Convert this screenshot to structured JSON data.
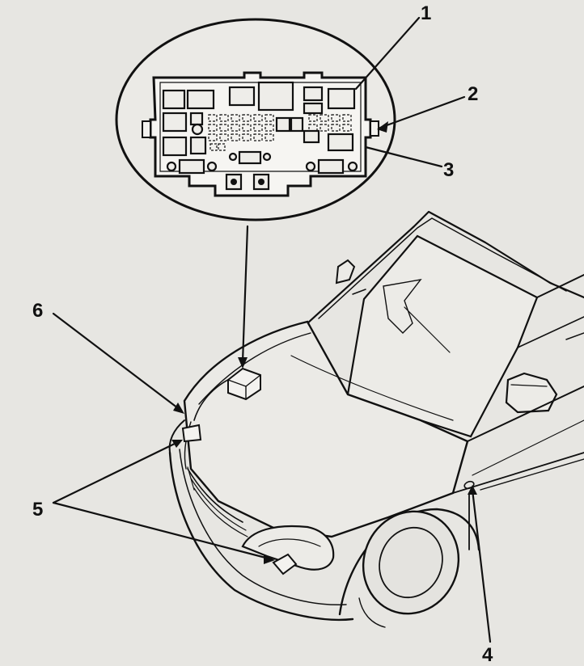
{
  "callouts": [
    {
      "id": "1",
      "text": "1"
    },
    {
      "id": "2",
      "text": "2"
    },
    {
      "id": "3",
      "text": "3"
    },
    {
      "id": "4",
      "text": "4"
    },
    {
      "id": "5",
      "text": "5"
    },
    {
      "id": "6",
      "text": "6"
    }
  ],
  "colors": {
    "background": "#e7e6e2",
    "ink": "#111111"
  }
}
